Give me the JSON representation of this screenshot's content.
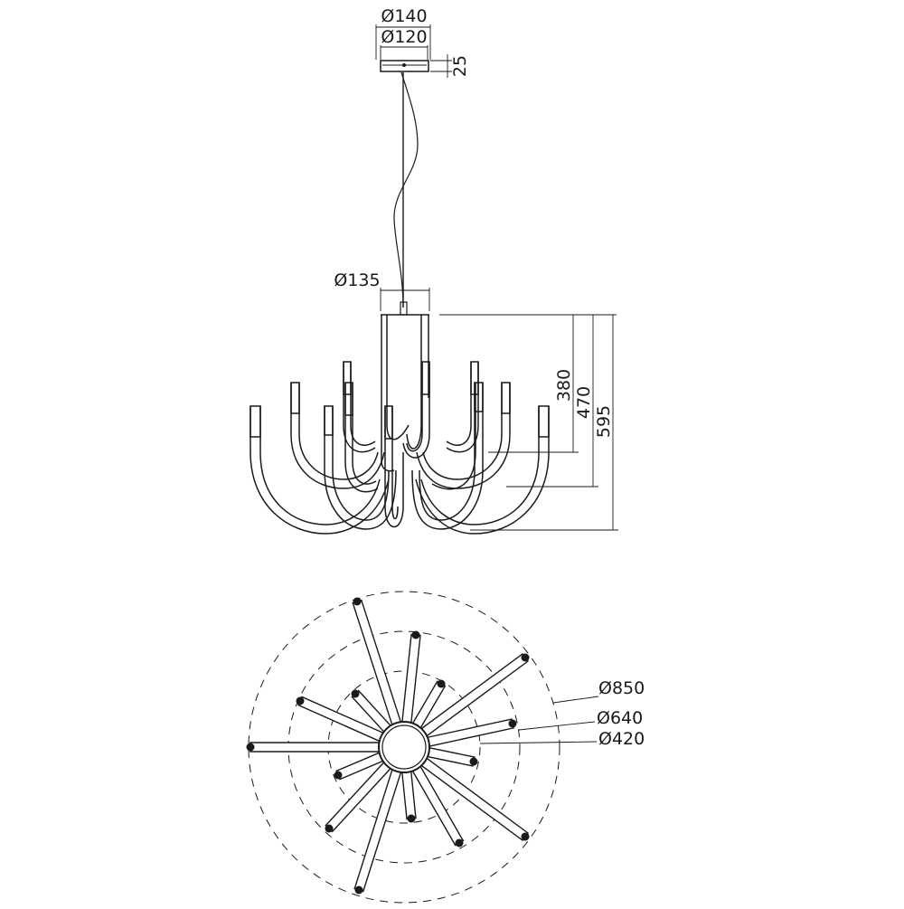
{
  "side_view": {
    "canopy": {
      "outer_diameter": "Ø140",
      "inner_diameter": "Ø120",
      "height": "25"
    },
    "body_diameter": "Ø135",
    "heights": [
      "380",
      "470",
      "595"
    ]
  },
  "top_view": {
    "diameters": [
      "Ø850",
      "Ø640",
      "Ø420"
    ]
  }
}
